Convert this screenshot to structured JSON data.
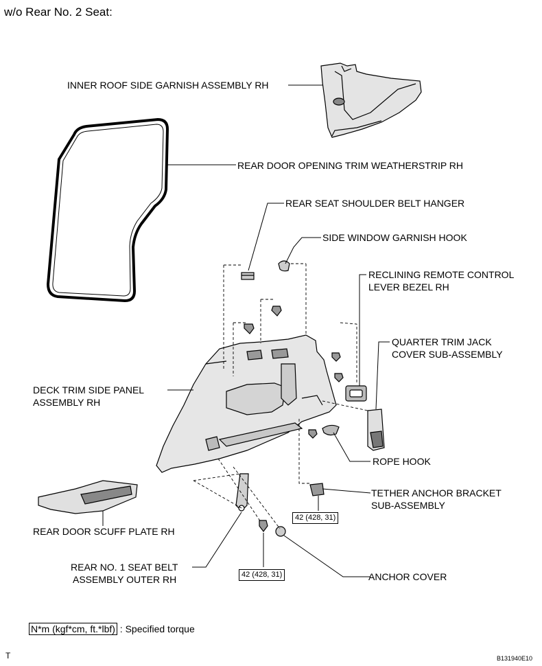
{
  "title": "w/o Rear No. 2 Seat:",
  "labels": {
    "inner_roof": "INNER ROOF SIDE GARNISH ASSEMBLY RH",
    "weatherstrip": "REAR DOOR OPENING TRIM WEATHERSTRIP RH",
    "belt_hanger": "REAR SEAT SHOULDER BELT HANGER",
    "window_hook": "SIDE WINDOW GARNISH HOOK",
    "reclining_1": "RECLINING REMOTE CONTROL",
    "reclining_2": "LEVER BEZEL RH",
    "jack_cover_1": "QUARTER TRIM JACK",
    "jack_cover_2": "COVER SUB-ASSEMBLY",
    "deck_trim_1": "DECK TRIM SIDE PANEL",
    "deck_trim_2": "ASSEMBLY RH",
    "rope_hook": "ROPE HOOK",
    "tether_1": "TETHER ANCHOR BRACKET",
    "tether_2": "SUB-ASSEMBLY",
    "scuff_plate": "REAR DOOR SCUFF PLATE RH",
    "seat_belt_1": "REAR NO. 1 SEAT BELT",
    "seat_belt_2": "ASSEMBLY OUTER RH",
    "anchor_cover": "ANCHOR COVER"
  },
  "torque_values": {
    "tether": "42 (428, 31)",
    "seat_belt": "42 (428, 31)"
  },
  "legend": {
    "unit": "N*m (kgf*cm, ft.*lbf)",
    "text": ": Specified torque"
  },
  "footer": {
    "left": "T",
    "right": "B131940E10"
  }
}
